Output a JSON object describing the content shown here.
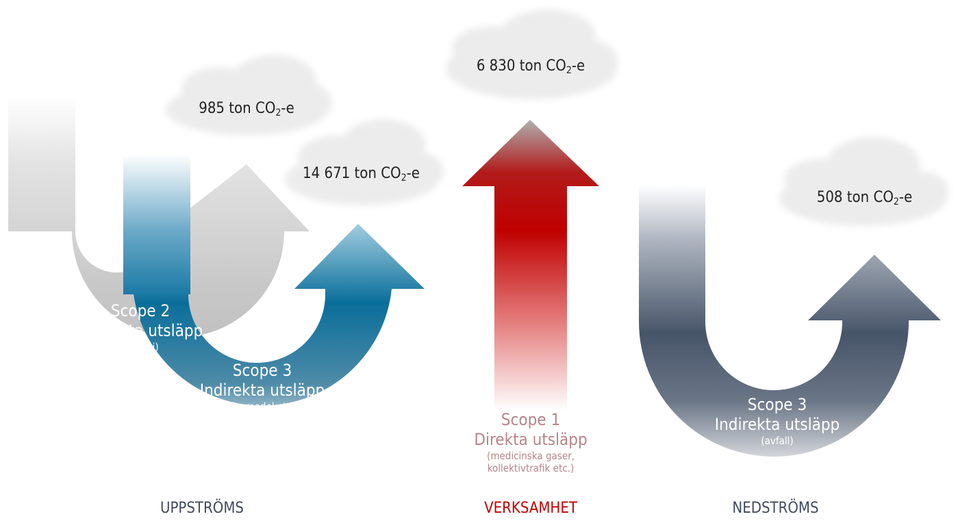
{
  "clouds": {
    "scope2_value": "985 ton CO",
    "scope3_up_value": "14 671 ton CO",
    "scope1_value": "6 830 ton CO",
    "scope3_down_value": "508 ton CO",
    "co2_subscript": "2",
    "co2_suffix": "-e"
  },
  "scope2": {
    "title": "Scope 2",
    "desc": "Indirekta utsläpp",
    "note": "(energi)"
  },
  "scope3_up": {
    "title": "Scope 3",
    "desc": "Indirekta utsläpp",
    "note": "(livsmedel etc.)"
  },
  "scope1": {
    "title": "Scope 1",
    "desc": "Direkta utsläpp",
    "note_line1": "(medicinska gaser,",
    "note_line2": "kollektivtrafik etc.)"
  },
  "scope3_down": {
    "title": "Scope 3",
    "desc": "Indirekta utsläpp",
    "note": "(avfall)"
  },
  "sections": {
    "upstream": "UPPSTRÖMS",
    "operations": "VERKSAMHET",
    "downstream": "NEDSTRÖMS"
  },
  "colors": {
    "gray": "#c9c9c9",
    "blue": "#0a6f9b",
    "red": "#c00000",
    "slate": "#4a5568",
    "operations_label": "#c00000"
  }
}
